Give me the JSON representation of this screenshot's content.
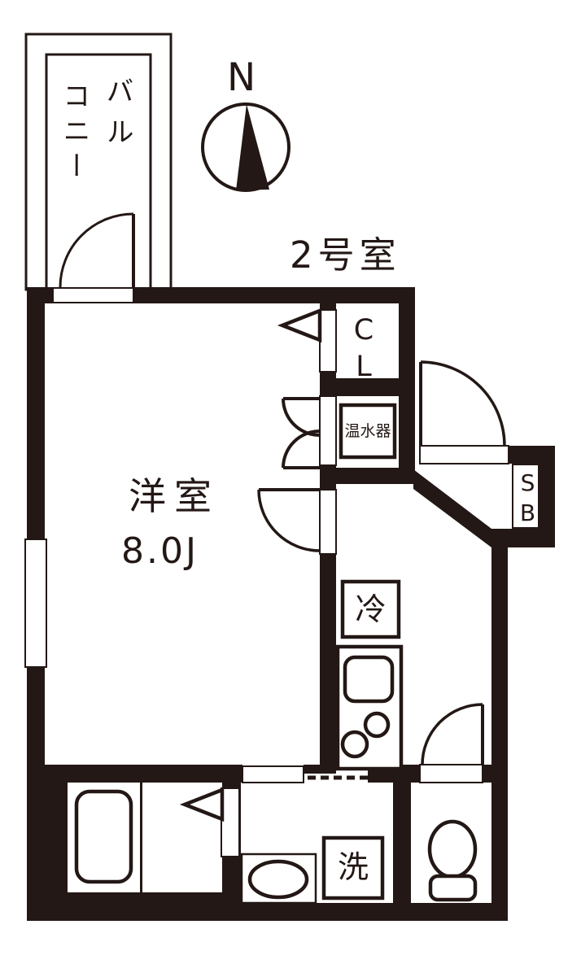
{
  "plan": {
    "unit_label": "2号室",
    "compass_label": "N",
    "balcony": {
      "label": "バルコニー",
      "column_right": "バル",
      "column_left": "コニー"
    },
    "main_room": {
      "name": "洋室",
      "size": "8.0J"
    },
    "closet_label": "CL",
    "water_heater_label": "温水器",
    "shoe_box_label": "SB",
    "refrigerator_label": "冷",
    "washing_machine_label": "洗"
  },
  "colors": {
    "ink": "#231815",
    "background": "#ffffff"
  }
}
